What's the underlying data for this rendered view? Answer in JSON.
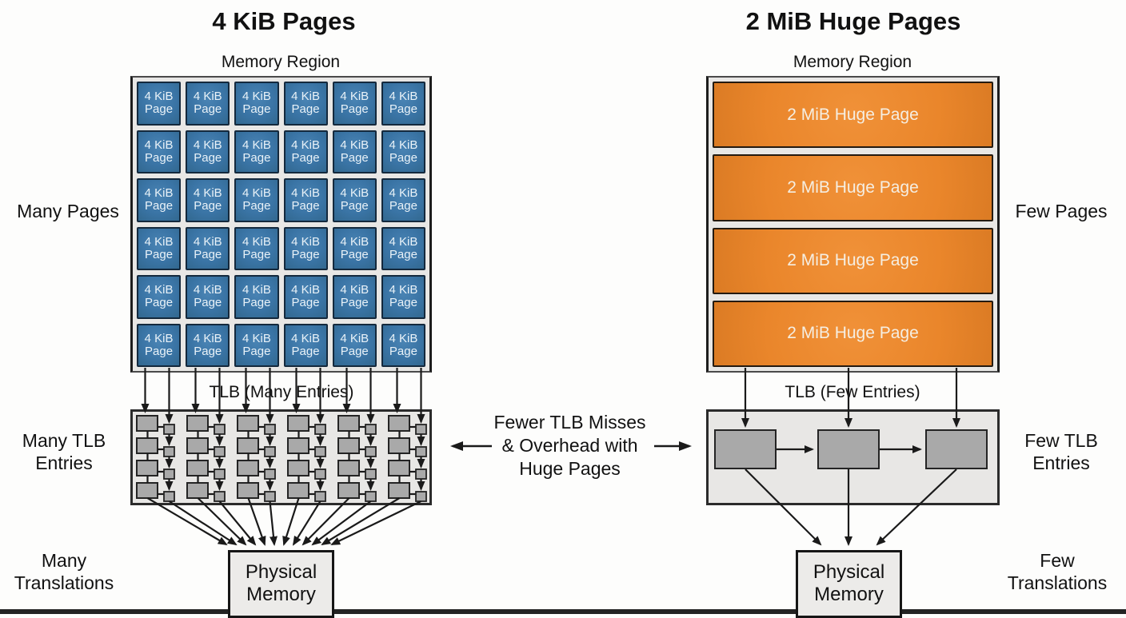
{
  "left": {
    "title": "4 KiB Pages",
    "memory_region": {
      "label": "Memory Region",
      "page_label": "4 KiB\nPage",
      "rows": 6,
      "cols": 6,
      "page_count": 36
    },
    "tlb": {
      "label": "TLB (Many Entries)",
      "clusters": 6,
      "entries_per_cluster": 4
    },
    "labels": {
      "pages": "Many Pages",
      "tlb_entries": "Many TLB Entries",
      "translations": "Many Translations"
    },
    "physical_memory": "Physical Memory"
  },
  "right": {
    "title": "2 MiB Huge Pages",
    "memory_region": {
      "label": "Memory Region",
      "page_label": "2 MiB Huge Page",
      "page_count": 4
    },
    "tlb": {
      "label": "TLB (Few Entries)",
      "entry_count": 3
    },
    "labels": {
      "pages": "Few Pages",
      "tlb_entries": "Few TLB Entries",
      "translations": "Few Translations"
    },
    "physical_memory": "Physical Memory"
  },
  "center": {
    "annotation": "Fewer TLB Misses\n& Overhead with\nHuge Pages"
  },
  "colors": {
    "page_blue": "#3b76a7",
    "page_blue_border": "#14293d",
    "huge_orange": "#ea862b",
    "huge_orange_border": "#241a10",
    "region_fill": "#e8e7e5",
    "region_border": "#1d1d1d",
    "tlb_entry_gray": "#a9a9a9",
    "line_black": "#1a1a1a",
    "text_black": "#111111"
  }
}
